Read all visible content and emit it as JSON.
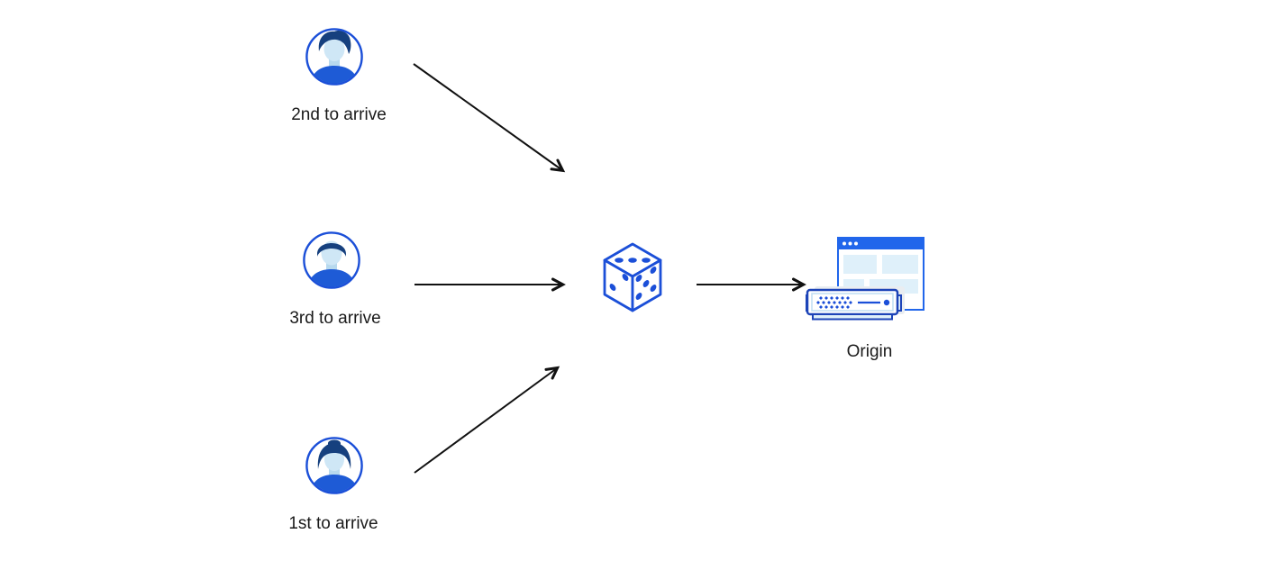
{
  "diagram": {
    "clients": [
      {
        "label": "2nd to arrive",
        "avatar": "man-swept-hair"
      },
      {
        "label": "3rd to arrive",
        "avatar": "man-short-hair"
      },
      {
        "label": "1st to arrive",
        "avatar": "woman-bun-hair"
      }
    ],
    "center_icon": "dice",
    "origin": {
      "label": "Origin"
    },
    "colors": {
      "bg": "#ffffff",
      "accent_blue": "#1b4fd8",
      "header_blue": "#2166eb",
      "shirt_blue": "#1e5bd6",
      "hair_navy": "#16407e",
      "face_blue": "#cfe7f6",
      "neck_blue": "#b7d9ee",
      "panel_blue": "#dff0fa",
      "server_border": "#1d44b8",
      "arrow_color": "#111111",
      "text_color": "#1a1a1a"
    }
  }
}
